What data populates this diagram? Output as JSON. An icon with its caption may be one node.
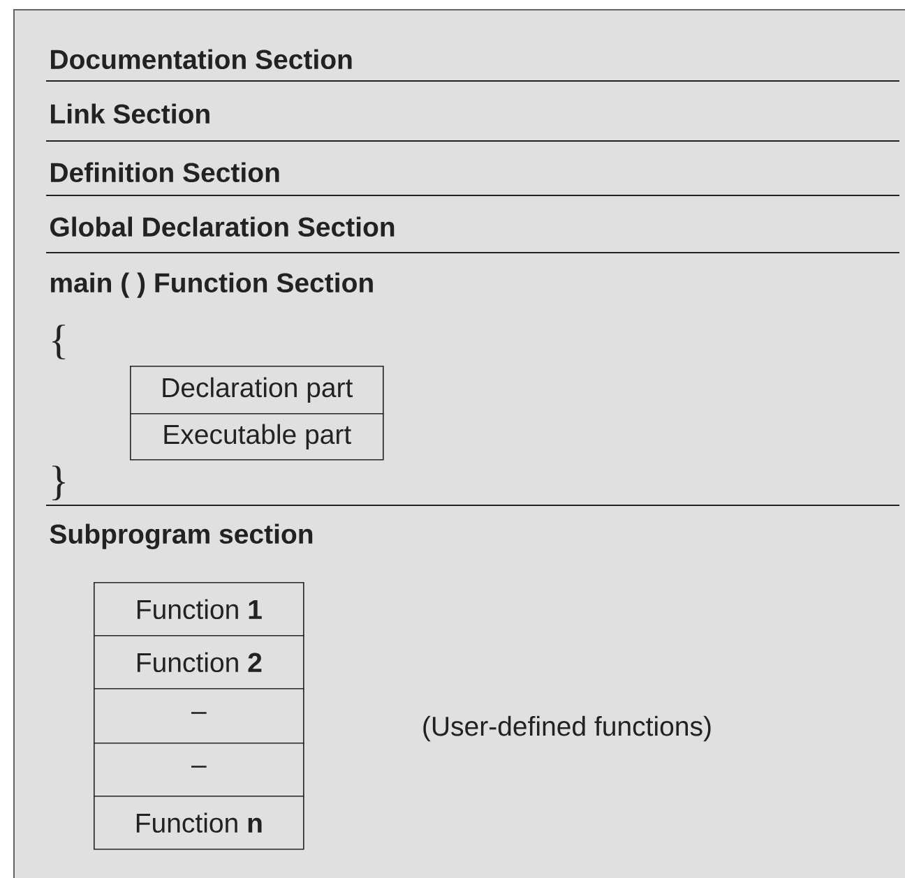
{
  "diagram": {
    "nodes": [
      {
        "text": [
          "Documentation Section"
        ]
      },
      {
        "text": [
          "Link Section"
        ]
      },
      {
        "text": [
          "Definition Section"
        ]
      },
      {
        "text": [
          "Global Declaration Section"
        ]
      },
      {
        "text": [
          "main ( ) Function Section"
        ]
      },
      {
        "text": [
          "Declaration part"
        ]
      },
      {
        "text": [
          "Executable part"
        ]
      },
      {
        "text": [
          "Subprogram section"
        ]
      },
      {
        "text": [
          "Function **1**"
        ]
      },
      {
        "text": [
          "Function **2**"
        ]
      },
      {
        "text": [
          "–"
        ]
      },
      {
        "text": [
          "–"
        ]
      },
      {
        "text": [
          "Function **n**"
        ]
      }
    ],
    "labels": [
      "{",
      "}",
      "(User-defined functions)"
    ]
  }
}
